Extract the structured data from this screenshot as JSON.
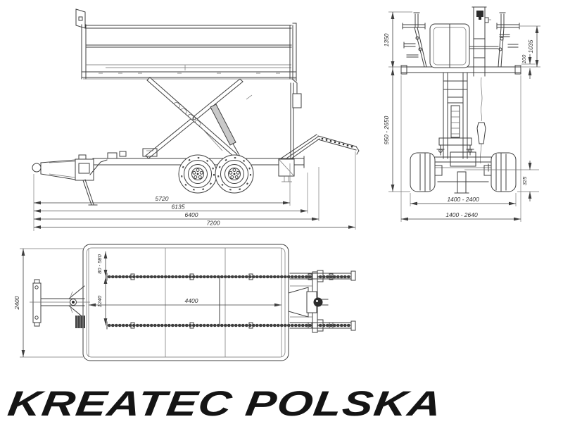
{
  "colors": {
    "background": "#ffffff",
    "drawing_line": "#3f3f3f",
    "dimension_text": "#2e2e2e",
    "logo_text": "#141414"
  },
  "logo": {
    "text": "KREATEC POLSKA"
  },
  "side_view": {
    "d5720": "5720",
    "d6135": "6135",
    "d6400": "6400",
    "d7200": "7200"
  },
  "rear_view": {
    "d1350": "1350",
    "d1035": "1035",
    "d100": "100",
    "d950_2650": "950 - 2650",
    "d325": "325",
    "d1400_2400": "1400 - 2400",
    "d1400_2640": "1400 - 2640"
  },
  "top_view": {
    "d2400": "2400",
    "d80_580": "80 - 580",
    "d1240": "1240",
    "d4400": "4400"
  }
}
